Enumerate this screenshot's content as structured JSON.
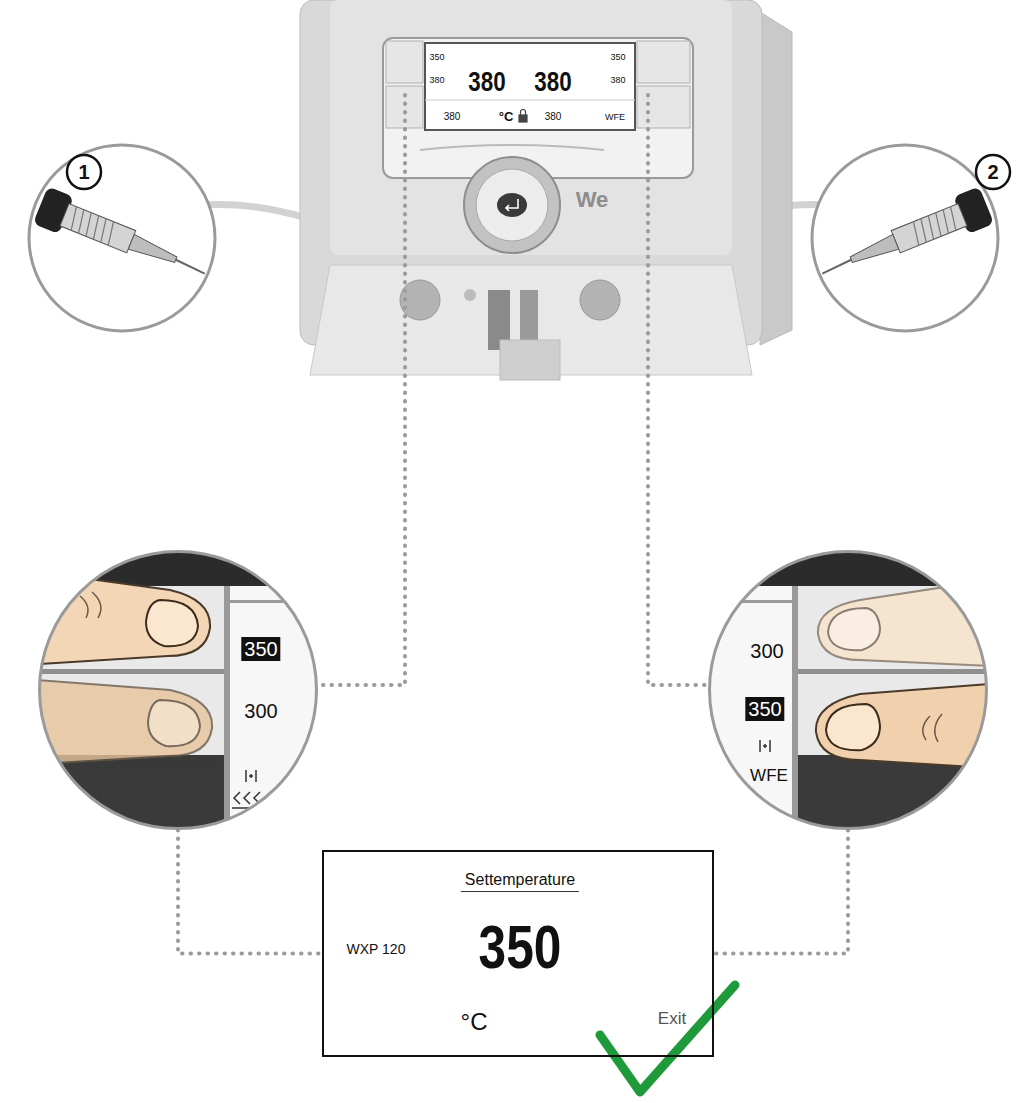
{
  "diagram": {
    "nodes": [
      {
        "text": [
          "350",
          "300"
        ]
      },
      {
        "text": [
          "300",
          "350",
          "WFE"
        ]
      },
      {
        "text": [
          "Settemperature",
          "WXP 120",
          "350",
          "°C",
          "Exit"
        ]
      }
    ],
    "edges": [
      {
        "from": 0,
        "to": 2,
        "arrow": "none"
      },
      {
        "from": 1,
        "to": 2,
        "arrow": "none"
      }
    ],
    "labels": [
      "1",
      "2",
      "350",
      "380",
      "380",
      "380",
      "350",
      "380",
      "380",
      "°C",
      "380",
      "WFE",
      "We"
    ]
  }
}
